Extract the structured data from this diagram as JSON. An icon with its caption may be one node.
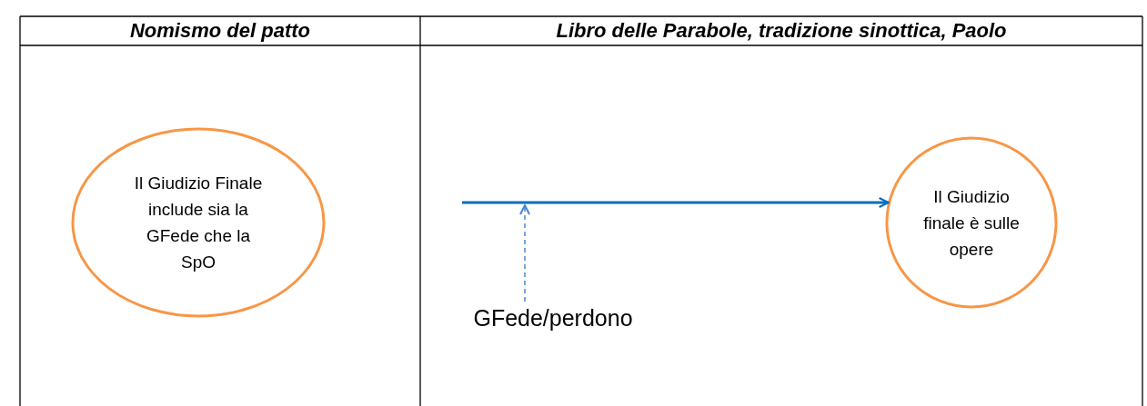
{
  "diagram": {
    "nodes": [
      {
        "text": [
          "Il Giudizio Finale include sia la GFede che la SpO"
        ]
      },
      {
        "text": [
          "GFede/perdono"
        ]
      },
      {
        "text": [
          "Il Giudizio finale è sulle opere"
        ]
      }
    ],
    "edges": [
      {
        "from": null,
        "to": 2,
        "arrow": "to",
        "color": "#0070c0"
      },
      {
        "from": 1,
        "to": null,
        "arrow": "to",
        "style": "dashed",
        "color": "#4a86d0"
      }
    ],
    "labels": [
      "Nomismo del patto",
      "Libro delle Parabole, tradizione sinottica, Paolo"
    ]
  }
}
